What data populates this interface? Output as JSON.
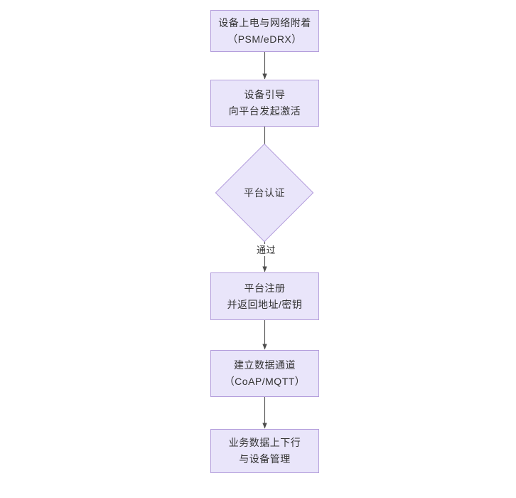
{
  "diagram": {
    "type": "flowchart",
    "orientation": "top-to-bottom",
    "background_color": "#ffffff",
    "node_fill_color": "#e9e5fa",
    "node_border_color": "#b39ddb",
    "text_color": "#333333",
    "connector_color": "#4d4d4d",
    "nodes": [
      {
        "id": "power-on",
        "shape": "rectangle",
        "lines": [
          "设备上电与网络附着",
          "（PSM/eDRX）"
        ]
      },
      {
        "id": "bootstrap",
        "shape": "rectangle",
        "lines": [
          "设备引导",
          "向平台发起激活"
        ]
      },
      {
        "id": "platform-auth",
        "shape": "diamond",
        "lines": [
          "平台认证"
        ]
      },
      {
        "id": "platform-register",
        "shape": "rectangle",
        "lines": [
          "平台注册",
          "并返回地址/密钥"
        ]
      },
      {
        "id": "data-channel",
        "shape": "rectangle",
        "lines": [
          "建立数据通道",
          "（CoAP/MQTT）"
        ]
      },
      {
        "id": "service-data",
        "shape": "rectangle",
        "lines": [
          "业务数据上下行",
          "与设备管理"
        ]
      }
    ],
    "edges": [
      {
        "id": "edge-1",
        "from": "power-on",
        "to": "bootstrap",
        "label": ""
      },
      {
        "id": "edge-2",
        "from": "bootstrap",
        "to": "platform-auth",
        "label": ""
      },
      {
        "id": "edge-3",
        "from": "platform-auth",
        "to": "platform-register",
        "label": "通过"
      },
      {
        "id": "edge-4",
        "from": "platform-register",
        "to": "data-channel",
        "label": ""
      },
      {
        "id": "edge-5",
        "from": "data-channel",
        "to": "service-data",
        "label": ""
      }
    ]
  }
}
